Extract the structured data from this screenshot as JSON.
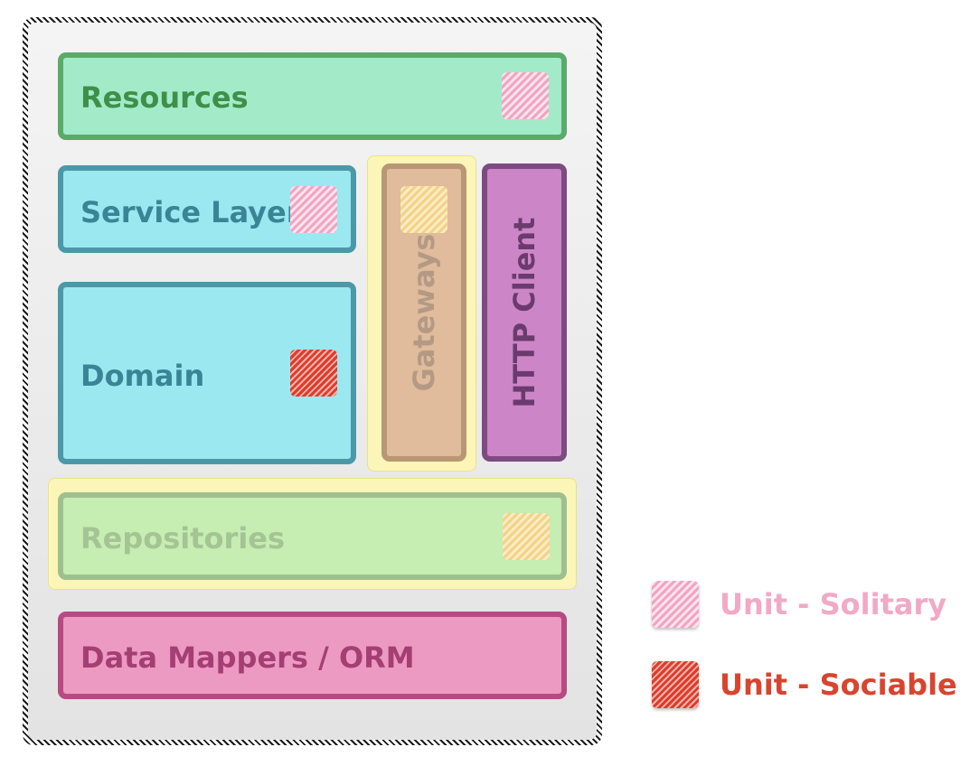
{
  "diagram": {
    "components": {
      "resources": {
        "label": "Resources"
      },
      "service_layer": {
        "label": "Service Layer"
      },
      "domain": {
        "label": "Domain"
      },
      "gateways": {
        "label": "Gateways"
      },
      "http_client": {
        "label": "HTTP Client"
      },
      "repositories": {
        "label": "Repositories"
      },
      "data_mappers": {
        "label": "Data Mappers / ORM"
      }
    },
    "markers": {
      "resources": "unit-solitary",
      "service_layer": "unit-solitary",
      "domain": "unit-sociable",
      "gateways": "unit-solitary",
      "repositories": "unit-solitary"
    }
  },
  "legend": {
    "items": [
      {
        "label": "Unit - Solitary",
        "color": "#f1a9c6"
      },
      {
        "label": "Unit - Sociable",
        "color": "#d9442f"
      }
    ]
  },
  "colors": {
    "resources": "#a3ebc8",
    "service_layer": "#9be8f0",
    "domain": "#9be8f0",
    "gateways": "#e0bb9c",
    "http_client": "#cc86c8",
    "repositories": "#c6edb2",
    "data_mappers": "#ed9ac2",
    "highlight": "#fbf6b8"
  }
}
